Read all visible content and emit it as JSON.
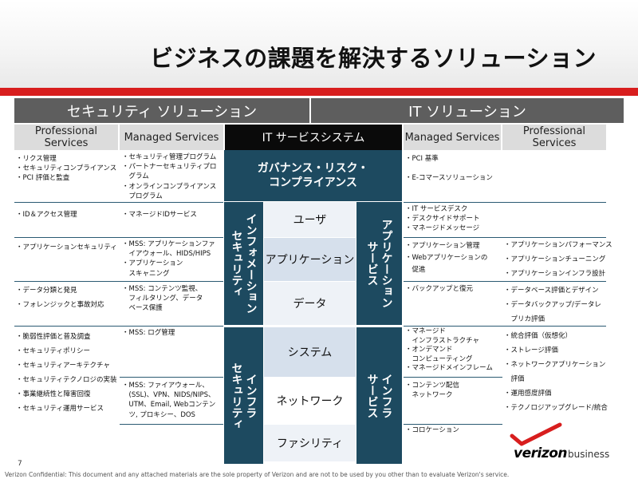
{
  "title": "ビジネスの課題を解決するソリューション",
  "headers": {
    "security_solution": "セキュリティ ソリューション",
    "it_solution": "IT ソリューション",
    "professional_services": "Professional\nServices",
    "managed_services": "Managed Services",
    "it_service_system": "IT サービスシステム"
  },
  "center": {
    "governance": "ガバナンス・リスク・\nコンプライアンス",
    "info_security": "インフォメーション\nセキュリティ",
    "app_services": "アプリケーション\nサービス",
    "infra_security": "インフラ\nセキュリティ",
    "infra_services": "インフラ\nサービス",
    "rows": [
      "ユーザ",
      "アプリケーション",
      "データ",
      "システム",
      "ネットワーク",
      "ファシリティ"
    ]
  },
  "left_professional": [
    "・リクス管理\n・セキュリティコンプライアンス\n・PCI 評価と監査",
    "・ID＆アクセス管理",
    "・アプリケーションセキュリティ",
    "・データ分類と発見\n・フォレンジックと事故対応",
    "・脆弱性評価と普及調査\n・セキュリティポリシー\n・セキュリティアーキテクチャ\n・セキュリティテクノロジの実装\n・事業継続性と障害回復\n・セキュリティ運用サービス"
  ],
  "left_managed": [
    "・セキュリティ管理プログラム\n・パートナーセキュリティプロ\n　グラム\n・オンラインコンプライアンス\n　プログラム",
    "・マネージドIDサービス",
    "・MSS: アプリケーションファ\n　イアウォール、HIDS/HIPS\n・アプリケーション\n　スキャニング",
    "・MSS: コンテンツ監視、\n　フィルタリング、データ\n　ベース保護",
    "・MSS: ログ管理",
    "・MSS: ファイアウォール、\n　(SSL)、VPN、NIDS/NIPS、\n　UTM、Email, Webコンテン\n　ツ, プロキシー、DOS"
  ],
  "right_managed": [
    "・PCI 基準\n\n・E-コマースソリューション",
    "・IT サービスデスク\n・デスクサイドサポート\n・マネージドメッセージ",
    "・アプリケーション管理\n・Webアプリケーションの\n　促進",
    "・バックアップと復元",
    "・マネージド\n　インフラストラクチャ\n・オンデマンド\n　コンピューティング\n・マネージドメインフレーム",
    "・コンテンツ配信\n　ネットワーク",
    "・コロケーション"
  ],
  "right_professional": [
    "・アプリケーションパフォーマンス\n・アプリケーションチューニング\n・アプリケーションインフラ設計",
    "・データベース評価とデザイン\n・データバックアップ/データレ\n　プリカ評価",
    "・統合評価（仮想化）\n・ストレージ評価\n・ネットワークアプリケーション\n　評価\n・運用感度評価\n・テクノロジアップグレード/統合"
  ],
  "page_number": "7",
  "footer": "Verizon Confidential: This document and any attached materials are the sole property of Verizon and are not to be used by you other than to evaluate Verizon's service.",
  "logo": {
    "word": "verizon",
    "sub": "business",
    "color": "#d81e1e"
  },
  "colors": {
    "accent_red": "#d81e1e",
    "teal": "#1d4a60",
    "header_gray": "#5e5e5e"
  }
}
